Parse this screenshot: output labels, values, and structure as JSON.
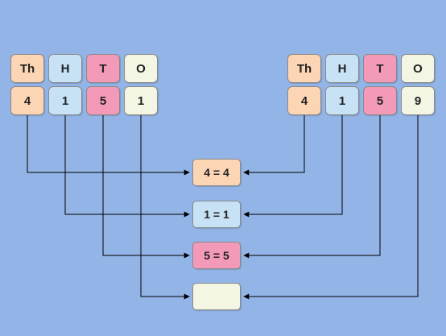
{
  "colors": {
    "background": "#93b4e6",
    "thousands": "#fcd5b5",
    "hundreds": "#c6e2f4",
    "tens": "#f49ab9",
    "ones": "#f3f6e3",
    "wire": "#000000"
  },
  "left_number": {
    "headers": [
      "Th",
      "H",
      "T",
      "O"
    ],
    "digits": [
      "4",
      "1",
      "5",
      "1"
    ]
  },
  "right_number": {
    "headers": [
      "Th",
      "H",
      "T",
      "O"
    ],
    "digits": [
      "4",
      "1",
      "5",
      "9"
    ]
  },
  "comparisons": [
    "4 = 4",
    "1 = 1",
    "5 = 5",
    ""
  ]
}
